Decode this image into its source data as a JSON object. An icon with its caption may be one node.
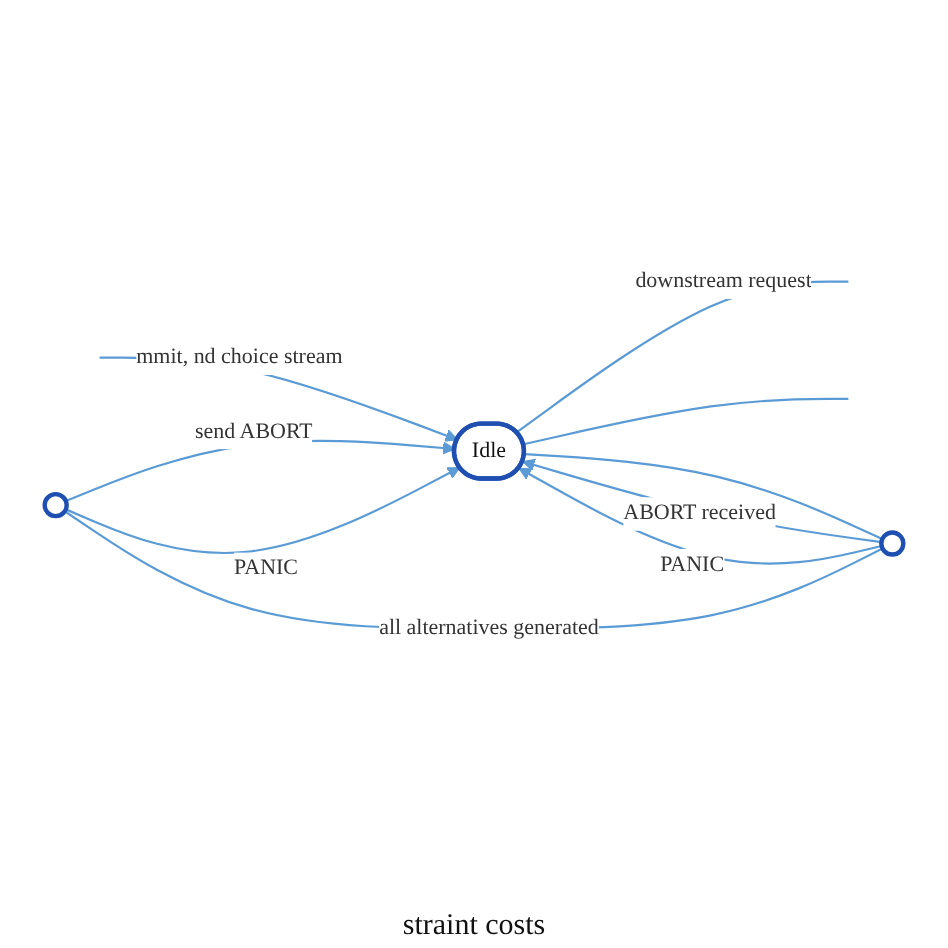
{
  "diagram": {
    "nodes": [
      {
        "text": [
          "Idle"
        ]
      },
      {
        "text": [],
        "shape": "circle"
      },
      {
        "text": [],
        "shape": "circle"
      }
    ],
    "edges": [
      {
        "from": null,
        "to": 0,
        "arrow": "to",
        "label": "mmit, nd choice stream"
      },
      {
        "from": 1,
        "to": 0,
        "arrow": "to",
        "label": "send ABORT"
      },
      {
        "from": 1,
        "to": 0,
        "arrow": "to",
        "label": "PANIC"
      },
      {
        "from": 2,
        "to": 0,
        "arrow": "to",
        "label": "ABORT received"
      },
      {
        "from": 2,
        "to": 0,
        "arrow": "to",
        "label": "PANIC"
      },
      {
        "from": 0,
        "to": null,
        "arrow": "none",
        "label": "downstream request"
      },
      {
        "from": 0,
        "to": null,
        "arrow": "none"
      },
      {
        "from": 0,
        "to": 2,
        "arrow": "none"
      },
      {
        "from": 1,
        "to": 2,
        "arrow": "none",
        "label": "all alternatives generated"
      }
    ],
    "labels": [
      "straint costs"
    ]
  }
}
